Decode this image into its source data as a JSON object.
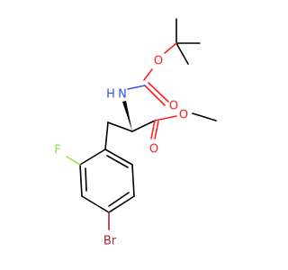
{
  "colors": {
    "background": "#ffffff",
    "carbon_bond": "#000000",
    "oxygen": "#ff2020",
    "nitrogen": "#3050f8",
    "fluorine": "#90e050",
    "bromine": "#a62929"
  },
  "atoms": {
    "boc_ether_oxygen": "O",
    "boc_carbonyl_oxygen": "O",
    "amine_nitrogen": "N",
    "amine_hydrogen": "H",
    "ester_carbonyl_oxygen": "O",
    "ester_ether_oxygen": "O",
    "fluorine": "F",
    "bromine": "Br"
  }
}
